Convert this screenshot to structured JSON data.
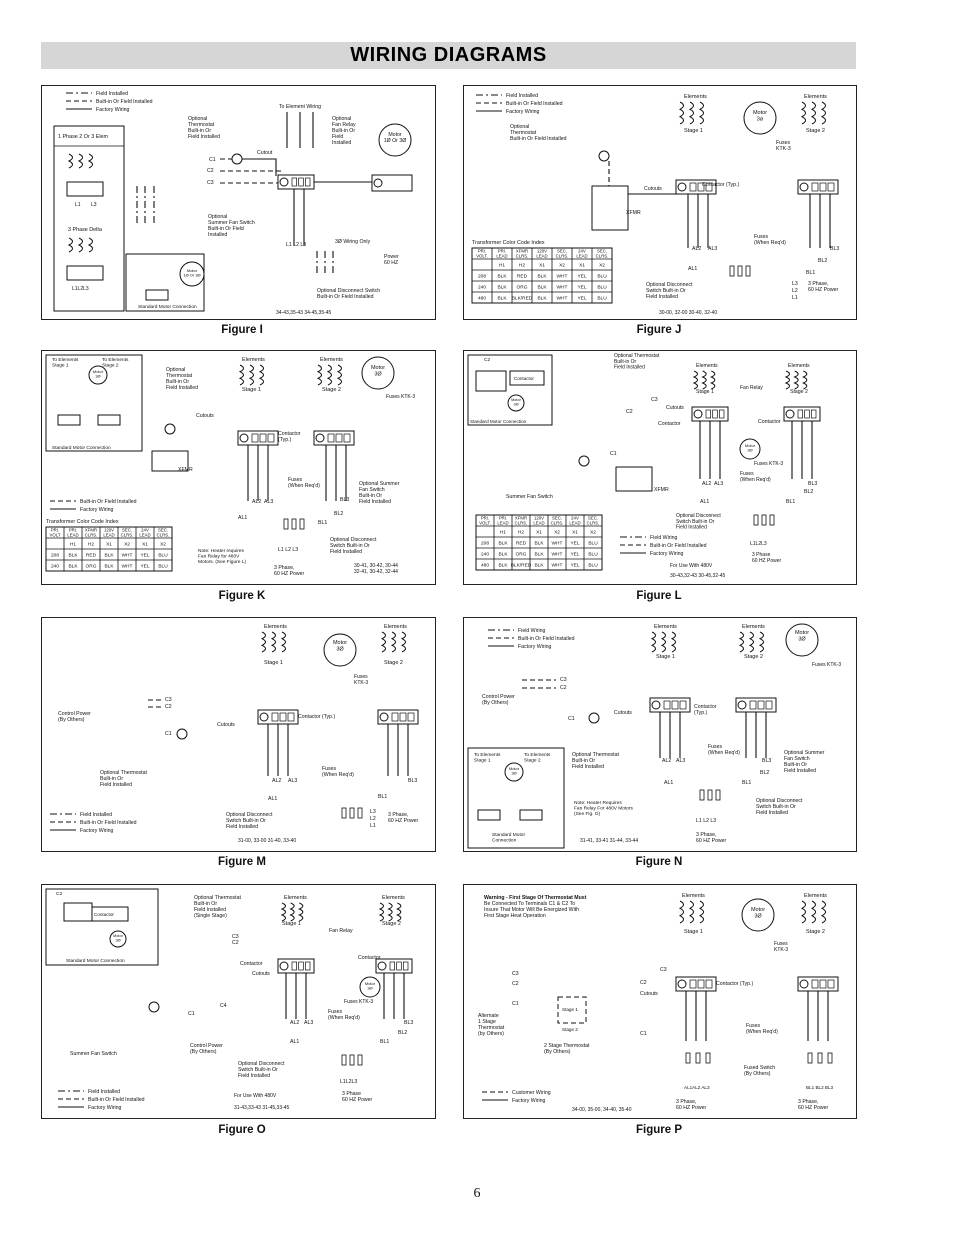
{
  "page": {
    "title": "WIRING DIAGRAMS",
    "page_number": "6"
  },
  "figures": [
    {
      "id": "I",
      "caption": "Figure I",
      "labels": {
        "legend_field": "Field Installed",
        "legend_builtin": "Built-in Or Field Installed",
        "legend_factory": "Factory Wiring",
        "elem_title": "1 Phase 2 Or 3 Elem",
        "delta_title": "3 Phase Delta",
        "l1": "L1",
        "l3": "L3",
        "l1l2l3": "L1L2L3",
        "std_motor": "Standard Motor Connection",
        "motor_small": "Motor\n1Ø Or 3Ø",
        "to_element": "To Element Wiring",
        "opt_thermo": "Optional\nThermostat\nBuilt-in Or\nField Installed",
        "opt_fan": "Optional\nFan Relay\nBuilt-in Or\nField\nInstalled",
        "motor": "Motor\n1Ø Or 3Ø",
        "c1": "C1",
        "c2": "C2",
        "c3": "C3",
        "cutout": "Cutout",
        "opt_summer": "Optional\nSummer Fan Switch\nBuilt-in Or Field\nInstalled",
        "l123": "L1 L2 L3",
        "three_phase_only": "3Ø Wiring Only",
        "power": "Power\n60 HZ",
        "opt_disconnect": "Optional Disconnect Switch\nBuilt-in Or Field Installed",
        "models": "34-43,35-43  34-45,35-45"
      }
    },
    {
      "id": "J",
      "caption": "Figure J",
      "labels": {
        "legend_field": "Field Installed",
        "legend_builtin": "Built-in Or Field Installed",
        "legend_factory": "Factory Wiring",
        "opt_thermo": "Optional\nThermostat\nBuilt-in Or Field Installed",
        "elements1": "Elements",
        "elements2": "Elements",
        "stage1": "Stage 1",
        "stage2": "Stage 2",
        "motor": "Motor\n3ø",
        "fuses": "Fuses\nKTK-3",
        "cutouts": "Cutouts",
        "contactor": "Contactor (Typ.)",
        "xfmr": "XFMR",
        "al2": "AL2",
        "al3": "AL3",
        "al1": "AL1",
        "bl3": "BL3",
        "bl2": "BL2",
        "bl1": "BL1",
        "fuses_req": "Fuses\n(When Req'd)",
        "l3": "L3",
        "l2": "L2",
        "l1": "L1",
        "opt_disconnect": "Optional Disconnect\nSwitch Built-in Or\nField Installed",
        "power": "3 Phase,\n60 HZ Power",
        "xfmr_title": "Transformer Color Code Index",
        "models": "30-00, 32-00  30-40, 32-40"
      },
      "table": {
        "headers": [
          "PRI.\nVOLT.",
          "PRI.\nLEAD",
          "XFMR\nCLRS.",
          "120V\nLEAD",
          "SEC.\nCLRS.",
          "24V\nLEAD",
          "SEC.\nCLRS."
        ],
        "rows": [
          [
            "",
            "H1",
            "H2",
            "X1",
            "X2",
            "X1",
            "X2"
          ],
          [
            "208",
            "BLK",
            "RED",
            "BLK",
            "WHT",
            "YEL",
            "BLU"
          ],
          [
            "240",
            "BLK",
            "ORG",
            "BLK",
            "WHT",
            "YEL",
            "BLU"
          ],
          [
            "480",
            "BLK",
            "BLK/RED",
            "BLK",
            "WHT",
            "YEL",
            "BLU"
          ]
        ]
      }
    },
    {
      "id": "K",
      "caption": "Figure K",
      "labels": {
        "to_elem1": "To Elements\nStage 1",
        "to_elem2": "To Elements\nStage 2",
        "motor_small": "Motor\n3Ø",
        "std_motor": "Standard Motor Connection",
        "opt_thermo": "Optional\nThermostat\nBuilt-in Or\nField Installed",
        "elements1": "Elements",
        "elements2": "Elements",
        "stage1": "Stage 1",
        "stage2": "Stage 2",
        "motor": "Motor\n3Ø",
        "fuses_ktk": "Fuses KTK-3",
        "cutouts": "Cutouts",
        "contactor": "Contactor\n(Typ.)",
        "xfmr": "XFMR",
        "fuses_req": "Fuses\n(When Req'd)",
        "al2": "AL2",
        "al3": "AL3",
        "al1": "AL1",
        "bl3": "BL3",
        "bl2": "BL2",
        "bl1": "BL1",
        "opt_summer": "Optional Summer\nFan Switch\nBuilt-in Or\nField Installed",
        "legend_builtin": "Built-in Or Field Installed",
        "legend_factory": "Factory Wiring",
        "xfmr_title": "Transformer Color Code Index",
        "note": "Note: Heater requires\nFan Relay for 480V\nMotors. (See Figure L)",
        "power": "3 Phase,\n60 HZ Power",
        "opt_disconnect": "Optional Disconnect\nSwitch Built-in Or\nField Installed",
        "l123": "L1 L2 L3",
        "models": "30-41, 30-42,  30-44\n32-41, 30-42, 32-44"
      },
      "table": {
        "headers": [
          "PRI.\nVOLT",
          "PRI.\nLEAD",
          "XFMR\nCLRS.",
          "120V\nLEAD",
          "SEC.\nCLRS.",
          "24V\nLEAD",
          "SEC.\nCLRS."
        ],
        "rows": [
          [
            "",
            "H1",
            "H2",
            "X1",
            "X2",
            "X1",
            "X2"
          ],
          [
            "208",
            "BLK",
            "RED",
            "BLK",
            "WHT",
            "YEL",
            "BLU"
          ],
          [
            "240",
            "BLK",
            "ORG",
            "BLK",
            "WHT",
            "YEL",
            "BLU"
          ]
        ]
      }
    },
    {
      "id": "L",
      "caption": "Figure L",
      "labels": {
        "c2": "C2",
        "contactor_small": "Contactor",
        "motor_small": "Motor\n3Ø",
        "std_motor": "Standard Motor Connection",
        "opt_thermo": "Optional Thermostat\nBuilt-in Or\nField Installed",
        "elements1": "Elements",
        "elements2": "Elements",
        "stage1": "Stage 1",
        "stage2": "Stage 2",
        "fan_relay": "Fan Relay",
        "c3": "C3",
        "cutouts": "Cutouts",
        "contactor": "Contactor",
        "c1": "C1",
        "motor": "Motor\n3Ø",
        "fuses_ktk": "Fuses KTK-3",
        "xfmr": "XFMR",
        "al2": "AL2",
        "al3": "AL3",
        "al1": "AL1",
        "bl3": "BL3",
        "bl2": "BL2",
        "bl1": "BL1",
        "fuses_req": "Fuses\n(When Req'd)",
        "summer": "Summer Fan Switch",
        "opt_disconnect": "Optional Disconnect\nSwitch Built-in Or\nField Installed",
        "l123": "L1L2L3",
        "power": "3 Phase\n60 HZ Power",
        "legend_field": "Field Wiring",
        "legend_builtin": "Built-in Or Field Installed",
        "legend_factory": "Factory Wiring",
        "use480": "For Use With 480V",
        "models": "30-43,32-43  30-45,32-45"
      },
      "table": {
        "headers": [
          "PRI.\nVOLT.",
          "PRI.\nLEAD",
          "XFMR\nCLRS.",
          "120V\nLEAD",
          "SEC.\nCLRS.",
          "24V\nLEAD",
          "SEC.\nCLRS."
        ],
        "rows": [
          [
            "",
            "H1",
            "H2",
            "X1",
            "X2",
            "X1",
            "X2"
          ],
          [
            "208",
            "BLK",
            "RED",
            "BLK",
            "WHT",
            "YEL",
            "BLU"
          ],
          [
            "240",
            "BLK",
            "ORG",
            "BLK",
            "WHT",
            "YEL",
            "BLU"
          ],
          [
            "480",
            "BLK",
            "BLK/RED",
            "BLK",
            "WHT",
            "YEL",
            "BLU"
          ]
        ]
      }
    },
    {
      "id": "M",
      "caption": "Figure M",
      "labels": {
        "elements1": "Elements",
        "elements2": "Elements",
        "stage1": "Stage 1",
        "stage2": "Stage 2",
        "motor": "Motor\n3Ø",
        "fuses_ktk": "Fuses\nKTK-3",
        "c3": "C3",
        "c2": "C2",
        "c1": "C1",
        "control_power": "Control Power\n(By Others)",
        "cutouts": "Cutouts",
        "contactor": "Contactor (Typ.)",
        "opt_thermo": "Optional Thermostat\nBuilt-in Or\nField Installed",
        "al2": "AL2",
        "al3": "AL3",
        "al1": "AL1",
        "bl3": "BL3",
        "bl1": "BL1",
        "fuses_req": "Fuses\n(When Req'd)",
        "legend_field": "Field Installed",
        "legend_builtin": "Built-in Or Field Installed",
        "legend_factory": "Factory Wiring",
        "opt_disconnect": "Optional Disconnect\nSwitch Built-in Or\nField Installed",
        "l3": "L3",
        "l2": "L2",
        "l1": "L1",
        "power": "3 Phase,\n60 HZ Power",
        "models": "31-00, 33-00  31-40, 33-40"
      }
    },
    {
      "id": "N",
      "caption": "Figure N",
      "labels": {
        "legend_field": "Field Wiring",
        "legend_builtin": "Built-in Or Field Installed",
        "legend_factory": "Factory Wiring",
        "elements1": "Elements",
        "elements2": "Elements",
        "stage1": "Stage 1",
        "stage2": "Stage 2",
        "motor": "Motor\n3Ø",
        "fuses_ktk": "Fuses KTK-3",
        "c3": "C3",
        "c2": "C2",
        "c1": "C1",
        "control_power": "Control Power\n(By Others)",
        "cutouts": "Cutouts",
        "contactor": "Contactor\n(Typ.)",
        "to_elem1": "To Elements\nStage 1",
        "to_elem2": "To Elements\nStage 2",
        "motor_small": "Motor\n3Ø",
        "opt_thermo": "Optional Thermostat\nBuilt-in Or\nField Installed",
        "al2": "AL2",
        "al3": "AL3",
        "al1": "AL1",
        "bl3": "BL3",
        "bl2": "BL2",
        "bl1": "BL1",
        "fuses_req": "Fuses\n(When Req'd)",
        "opt_summer": "Optional Summer\nFan Switch\nBuilt-in Or\nField Installed",
        "note": "Note: Heater Requires\nFan Relay For 480V Motors\n(See Fig. O)",
        "std_motor": "Standard Motor\nConnection",
        "opt_disconnect": "Optional Disconnect\nSwitch Built-in Or\nField Installed",
        "l123": "L1 L2 L3",
        "power": "3 Phase,\n60 HZ Power",
        "models": "31-41, 33-41  31-44, 33-44"
      }
    },
    {
      "id": "O",
      "caption": "Figure O",
      "labels": {
        "c2": "C2",
        "contactor_small": "Contactor",
        "motor_small": "Motor\n3Ø",
        "std_motor": "Standard Motor Connection",
        "opt_thermo": "Optional Thermostat\nBuilt-in Or\nField Installed\n(Single Stage)",
        "elements1": "Elements",
        "elements2": "Elements",
        "stage1": "Stage 1",
        "stage2": "Stage 2",
        "fan_relay": "Fan Relay",
        "c3": "C3",
        "contactor": "Contactor",
        "cutouts": "Cutouts",
        "c4": "C4",
        "c1": "C1",
        "motor": "Motor\n3Ø",
        "fuses_ktk": "Fuses KTK-3",
        "fuses_req": "Fuses\n(When Req'd)",
        "al2": "AL2",
        "al3": "AL3",
        "al1": "AL1",
        "bl3": "BL3",
        "bl2": "BL2",
        "bl1": "BL1",
        "summer": "Summer Fan Switch",
        "control_power": "Control Power\n(By Others)",
        "opt_disconnect": "Optional Disconnect\nSwitch Built-in Or\nField Installed",
        "l123": "L1L2L3",
        "power": "3 Phase\n60 HZ Power",
        "legend_field": "Field Installed",
        "legend_builtin": "Built-in Or Field Installed",
        "legend_factory": "Factory Wiring",
        "use480": "For Use With 480V",
        "models": "31-43,33-43  31-45,33-45"
      }
    },
    {
      "id": "P",
      "caption": "Figure P",
      "labels": {
        "warning": "Warning - First Stage Of Thermostat Must\nBe Connected To Terminals C1 & C2 To\nInsure That Motor Will Be Energized With\nFirst Stage Heat Operation",
        "elements1": "Elements",
        "elements2": "Elements",
        "stage1": "Stage 1",
        "stage2": "Stage 2",
        "motor": "Motor\n3Ø",
        "fuses_ktk": "Fuses\nKTK-3",
        "c3": "C3",
        "c2": "C2",
        "c1": "C1",
        "c3b": "C3",
        "c2b": "C2",
        "c1b": "C1",
        "contactor": "Contactor (Typ.)",
        "cutouts": "Cutouts",
        "alternate": "Alternate\n1 Stage\nThermostat\n(by Others)",
        "stage1_small": "Stage 1",
        "stage2_small": "Stage 2",
        "two_stage": "2 Stage Thermostat\n(By Others)",
        "fuses_req": "Fuses\n(When Req'd)",
        "fused_switch": "Fused Switch\n(By Others)",
        "al123": "AL1AL2 AL3",
        "bl123": "BL1 BL2 BL3",
        "legend_customer": "Customer Wiring",
        "legend_factory": "Factory Wiring",
        "models": "34-00, 35-00, 34-40, 35-40",
        "power1": "3 Phase,\n60 HZ Power",
        "power2": "3 Phase,\n60 HZ Power"
      }
    }
  ]
}
